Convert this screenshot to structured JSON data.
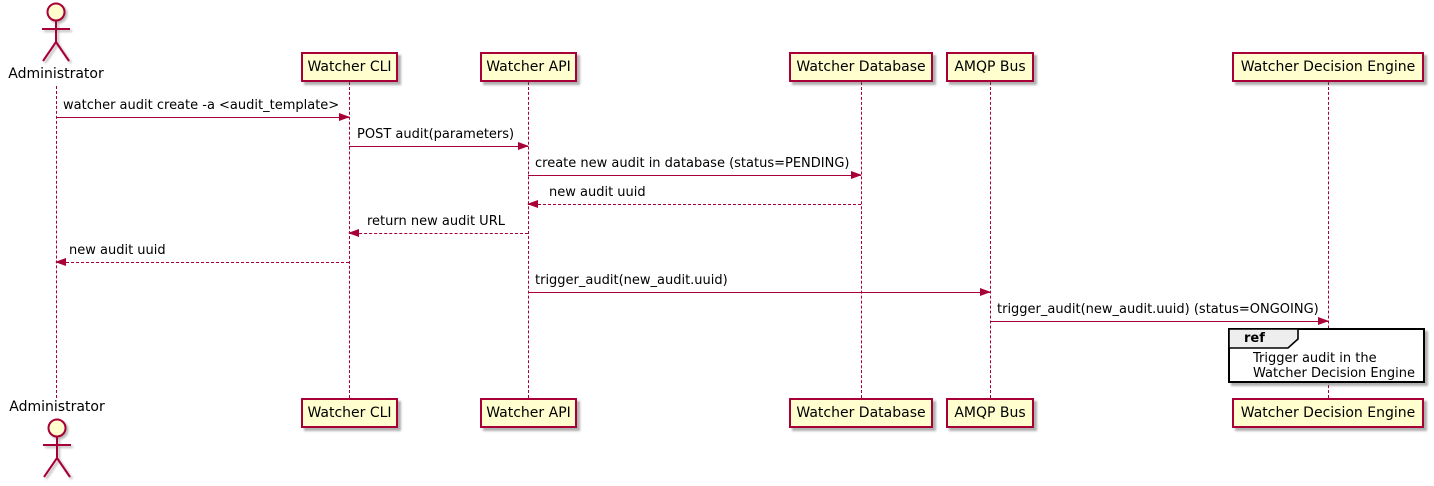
{
  "diagram": {
    "kind": "uml-sequence-diagram",
    "colors": {
      "accent": "#A80036",
      "participant_fill": "#FEFECE",
      "ref_tag_fill": "#EEEEEE",
      "ref_border": "#000000",
      "background": "#FFFFFF"
    }
  },
  "participants": [
    {
      "label": "Administrator",
      "kind": "actor"
    },
    {
      "label": "Watcher CLI",
      "kind": "participant"
    },
    {
      "label": "Watcher API",
      "kind": "participant"
    },
    {
      "label": "Watcher Database",
      "kind": "participant"
    },
    {
      "label": "AMQP Bus",
      "kind": "participant"
    },
    {
      "label": "Watcher Decision Engine",
      "kind": "participant"
    }
  ],
  "messages": [
    {
      "from": "Administrator",
      "to": "Watcher CLI",
      "label": "watcher audit create -a <audit_template>",
      "line": "solid"
    },
    {
      "from": "Watcher CLI",
      "to": "Watcher API",
      "label": "POST audit(parameters)",
      "line": "solid"
    },
    {
      "from": "Watcher API",
      "to": "Watcher Database",
      "label": "create new audit in database (status=PENDING)",
      "line": "solid"
    },
    {
      "from": "Watcher Database",
      "to": "Watcher API",
      "label": "new audit uuid",
      "line": "dotted"
    },
    {
      "from": "Watcher API",
      "to": "Watcher CLI",
      "label": "return new audit URL",
      "line": "dotted"
    },
    {
      "from": "Watcher CLI",
      "to": "Administrator",
      "label": "new audit uuid",
      "line": "dotted"
    },
    {
      "from": "Watcher API",
      "to": "AMQP Bus",
      "label": "trigger_audit(new_audit.uuid)",
      "line": "solid"
    },
    {
      "from": "AMQP Bus",
      "to": "Watcher Decision Engine",
      "label": "trigger_audit(new_audit.uuid) (status=ONGOING)",
      "line": "solid"
    }
  ],
  "ref": {
    "keyword": "ref",
    "over": "Watcher Decision Engine",
    "line1": "Trigger audit in the",
    "line2": "Watcher Decision Engine"
  }
}
